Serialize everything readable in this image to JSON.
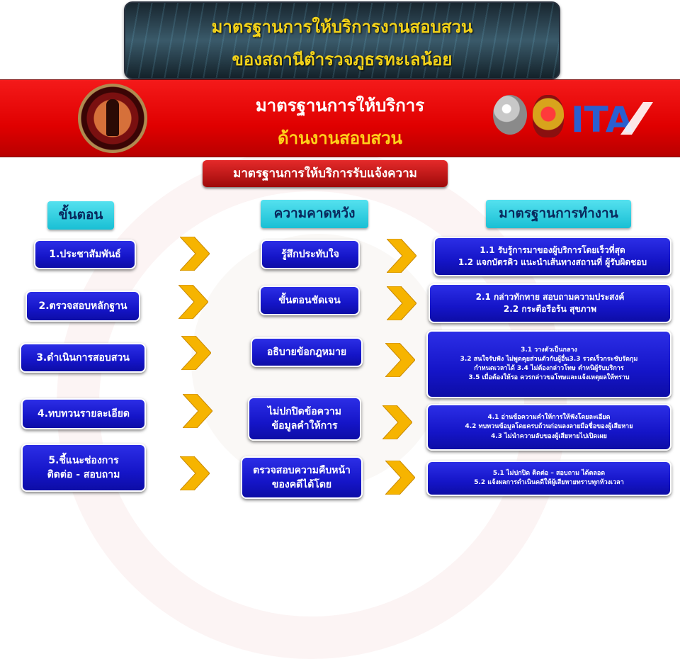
{
  "header": {
    "line1": "มาตรฐานการให้บริการงานสอบสวน",
    "line2": "ของสถานีตำรวจภูธรทะเลน้อย"
  },
  "band": {
    "title1": "มาตรฐานการให้บริการ",
    "title2": "ด้านงานสอบสวน",
    "ita_logo_text": "ITA"
  },
  "section_title": "มาตรฐานการให้บริการรับแจ้งความ",
  "columns": {
    "steps": "ขั้นตอน",
    "expectations": "ความคาดหวัง",
    "standards": "มาตรฐานการทำงาน"
  },
  "rows": [
    {
      "step": [
        "1.ประชาสัมพันธ์"
      ],
      "expectation": [
        "รู้สึกประทับใจ"
      ],
      "standard": [
        "1.1 รับรู้การมาของผู้บริการโดยเร็วที่สุด",
        "1.2 แจกบัตรคิว แนะนำเส้นทางสถานที่  ผู้รับผิดชอบ"
      ]
    },
    {
      "step": [
        "2.ตรวจสอบหลักฐาน"
      ],
      "expectation": [
        "ขั้นตอนชัดเจน"
      ],
      "standard": [
        "2.1 กล่าวทักทาย สอบถามความประสงค์",
        "2.2 กระตือรือร้น สุขภาพ"
      ]
    },
    {
      "step": [
        "3.ดำเนินการสอบสวน"
      ],
      "expectation": [
        "อธิบายข้อกฎหมาย"
      ],
      "standard": [
        "3.1 วางตัวเป็นกลาง",
        "3.2 สนใจรับฟัง ไม่พูดคุยส่วนตัวกับผู้อื่น3.3 รวดเร็วกระชับรัดกุม",
        "กำหนดเวลาได้ 3.4 ไม่ต้องกล่าวโทษ ตำหนิผู้รับบริการ",
        "3.5 เมื่อต้องให้รอ ควรกล่าวขอโทษและแจ้งเหตุผลให้ทราบ"
      ]
    },
    {
      "step": [
        "4.ทบทวนรายละเอียด"
      ],
      "expectation": [
        "ไม่ปกปิดข้อความ",
        "ข้อมูลคำให้การ"
      ],
      "standard": [
        "4.1 อ่านข้อความคำให้การให้ฟังโดยละเอียด",
        "4.2 ทบทวนข้อมูลโดยครบถ้วนก่อนลงลายมือชื่อของผู้เสียหาย",
        "4.3 ไม่นำความลับของผู้เสียหายไปเปิดเผย"
      ]
    },
    {
      "step": [
        "5.ชี้แนะช่องการ",
        "ติดต่อ - สอบถาม"
      ],
      "expectation": [
        "ตรวจสอบความคืบหน้า",
        "ของคดีได้โดย"
      ],
      "standard": [
        "5.1 ไม่ปกปิด ติดต่อ – สอบถาม ได้ตลอด",
        "5.2 แจ้งผลการดำเนินคดีให้ผู้เสียหายทราบทุกห้วงเวลา"
      ]
    }
  ],
  "colors": {
    "box_blue": "#1a1ad6",
    "header_cyan": "#2fcfe0",
    "band_red": "#e60000",
    "title_yellow": "#f2d21a",
    "arrow_yellow": "#f6b400"
  },
  "icons": [
    "police-badge-logo",
    "police-emblem-icon",
    "royal-emblem-icon",
    "ita-logo",
    "chevron-right-icon"
  ]
}
